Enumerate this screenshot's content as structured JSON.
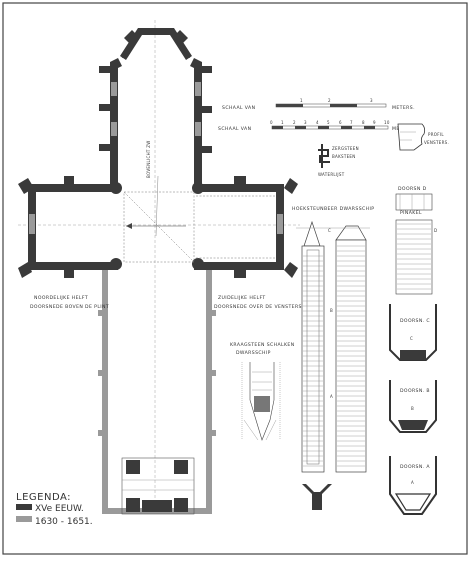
{
  "scales": {
    "scale1_label": "SCHAAL VAN",
    "scale1_unit": "METERS.",
    "scale1_ticks": [
      "1",
      "2",
      "3"
    ],
    "scale2_label": "SCHAAL VAN",
    "scale2_unit": "METERS.",
    "scale2_ticks": [
      "0",
      "1",
      "2",
      "3",
      "4",
      "5",
      "6",
      "7",
      "8",
      "9",
      "10"
    ]
  },
  "material_key": {
    "zerg": "ZERGSTEEN",
    "bak": "BAKSTEEN",
    "water": "WATERLIJST"
  },
  "labels": {
    "profiel": "PROFIL",
    "vensters": "VENSTERS.",
    "doorsn_d": "DOORSN D",
    "pinakel": "PINAKEL",
    "hoeksteunbeer": "HOEKSTEUNBEER DWARSSCHIP",
    "noordelijke_1": "NOORDELIJKE HELFT",
    "noordelijke_2": "DOORSNEDE BOVEN DE PLINT",
    "zuidelijke_1": "ZUIDELIJKE HELFT",
    "zuidelijke_2": "DOORSNEDE OVER DE VENSTERS",
    "kraagsteen_1": "KRAAGSTEEN SCHALKEN",
    "kraagsteen_2": "DWARSSCHIP",
    "doorsn_c": "DOORSN. C",
    "doorsn_b": "DOORSN. B",
    "doorsn_a": "DOORSN. A",
    "pinakel_letter": "D",
    "letter_c": "C",
    "letter_b": "B",
    "letter_a": "A",
    "rotated_note": "BOVENLICHT ZW"
  },
  "legend": {
    "title": "LEGENDA:",
    "item1": "XVe EEUW.",
    "item2": "1630 - 1651.",
    "color1": "#3a3a3a",
    "color2": "#9a9a9a"
  }
}
